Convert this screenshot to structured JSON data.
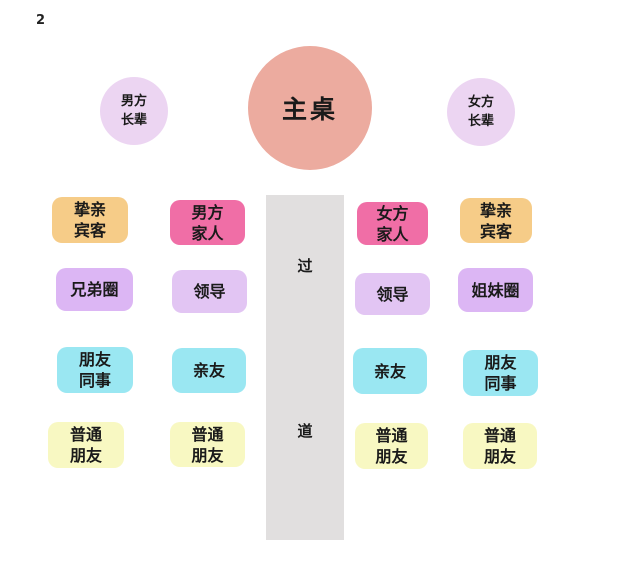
{
  "page": {
    "number": "2"
  },
  "colors": {
    "background": "#ffffff",
    "main_table": "#ecab9f",
    "elder_circle": "#ecd5f2",
    "aisle": "#e1dfdf",
    "orange": "#f6cc88",
    "magenta": "#f06ea6",
    "purple": "#dcb6f4",
    "light_purple": "#e2c5f3",
    "cyan": "#9ae7f2",
    "yellow": "#f8f8c2",
    "text": "#1a1a1a"
  },
  "main_table": {
    "label": "主桌"
  },
  "elder_circles": {
    "groom": {
      "line1": "男方",
      "line2": "长辈"
    },
    "bride": {
      "line1": "女方",
      "line2": "长辈"
    }
  },
  "aisle": {
    "top_char": "过",
    "bottom_char": "道"
  },
  "seats": {
    "left_outer": [
      {
        "line1": "挚亲",
        "line2": "宾客",
        "color": "#f6cc88"
      },
      {
        "line1": "兄弟圈",
        "line2": "",
        "color": "#dcb6f4"
      },
      {
        "line1": "朋友",
        "line2": "同事",
        "color": "#9ae7f2"
      },
      {
        "line1": "普通",
        "line2": "朋友",
        "color": "#f8f8c2"
      }
    ],
    "left_inner": [
      {
        "line1": "男方",
        "line2": "家人",
        "color": "#f06ea6"
      },
      {
        "line1": "领导",
        "line2": "",
        "color": "#e2c5f3"
      },
      {
        "line1": "亲友",
        "line2": "",
        "color": "#9ae7f2"
      },
      {
        "line1": "普通",
        "line2": "朋友",
        "color": "#f8f8c2"
      }
    ],
    "right_inner": [
      {
        "line1": "女方",
        "line2": "家人",
        "color": "#f06ea6"
      },
      {
        "line1": "领导",
        "line2": "",
        "color": "#e2c5f3"
      },
      {
        "line1": "亲友",
        "line2": "",
        "color": "#9ae7f2"
      },
      {
        "line1": "普通",
        "line2": "朋友",
        "color": "#f8f8c2"
      }
    ],
    "right_outer": [
      {
        "line1": "挚亲",
        "line2": "宾客",
        "color": "#f6cc88"
      },
      {
        "line1": "姐妹圈",
        "line2": "",
        "color": "#dcb6f4"
      },
      {
        "line1": "朋友",
        "line2": "同事",
        "color": "#9ae7f2"
      },
      {
        "line1": "普通",
        "line2": "朋友",
        "color": "#f8f8c2"
      }
    ]
  }
}
